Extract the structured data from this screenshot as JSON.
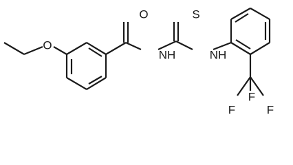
{
  "molecule": {
    "atoms": {
      "O_ether": "O",
      "O_carbonyl": "O",
      "S_thio": "S",
      "NH_amide": "NH",
      "NH_aryl": "NH",
      "F_top": "F",
      "F_left": "F",
      "F_right": "F"
    }
  }
}
